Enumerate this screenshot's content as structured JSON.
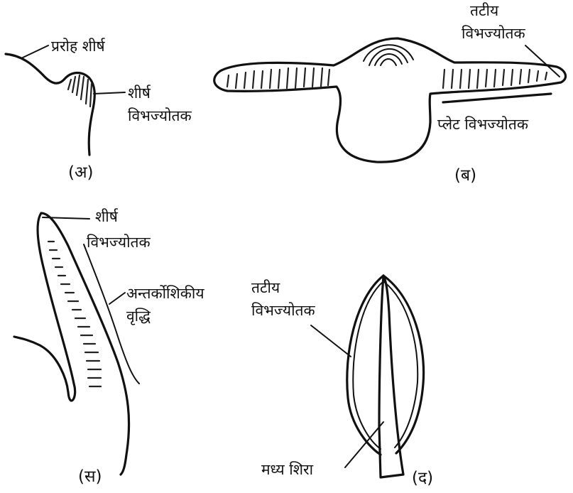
{
  "panels": {
    "a": {
      "caption": "(अ)",
      "label_shoot_apex": "प्ररोह शीर्ष",
      "label_apical_1": "शीर्ष",
      "label_apical_2": "विभज्योतक"
    },
    "b": {
      "caption": "(ब)",
      "label_marginal_1": "तटीय",
      "label_marginal_2": "विभज्योतक",
      "label_plate": "प्लेट विभज्योतक"
    },
    "c": {
      "caption": "(स)",
      "label_apical_1": "शीर्ष",
      "label_apical_2": "विभज्योतक",
      "label_intercalary_1": "अन्तर्कोशिकीय",
      "label_intercalary_2": "वृद्धि"
    },
    "d": {
      "caption": "(द)",
      "label_marginal_1": "तटीय",
      "label_marginal_2": "विभज्योतक",
      "label_midrib": "मध्य शिरा"
    }
  }
}
